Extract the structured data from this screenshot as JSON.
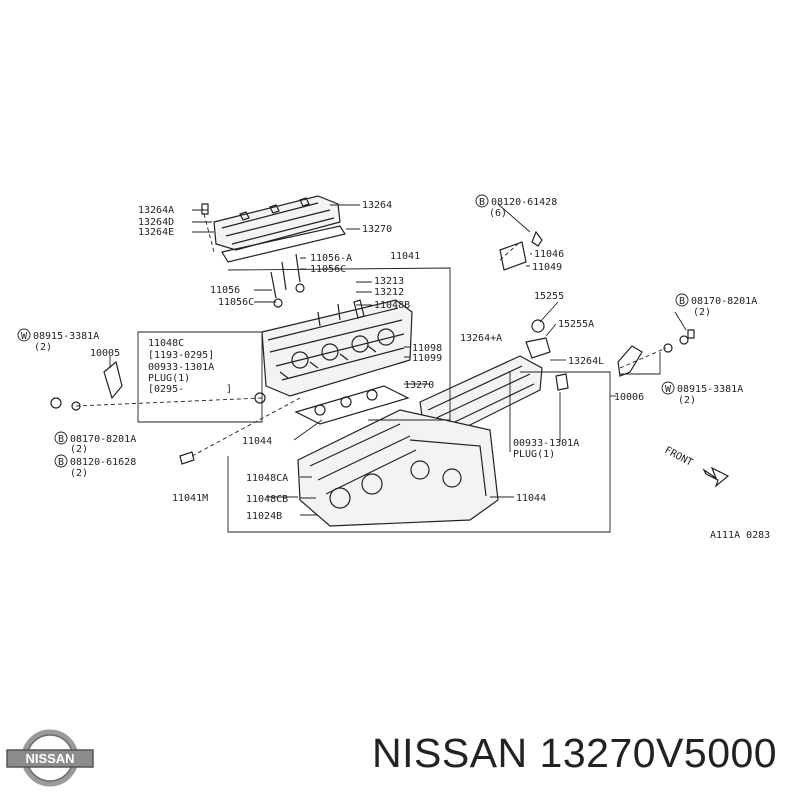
{
  "diagram": {
    "labels": {
      "l13264A": "13264A",
      "l13264D": "13264D",
      "l13264E": "13264E",
      "l13264": "13264",
      "l13270a": "13270",
      "l08120_61428": "08120-61428",
      "l08120_61428_qty": "(6)",
      "l11046": "11046",
      "l11049": "11049",
      "l11056A": "11056-A",
      "l11056C_top": "11056C",
      "l11041": "11041",
      "l13213": "13213",
      "l13212": "13212",
      "l11048B": "11048B",
      "l11056": "11056",
      "l11056C": "11056C",
      "l15255": "15255",
      "l15255A": "15255A",
      "l08170_8201A_r": "08170-8201A",
      "l08170_8201A_r_qty": "(2)",
      "l08915_3381A_l": "08915-3381A",
      "l08915_3381A_l_qty": "(2)",
      "l10005": "10005",
      "l11048C": "11048C",
      "l1193_0295": "[1193-0295]",
      "l00933_1301A_l": "00933-1301A",
      "lplug_l": "PLUG(1)",
      "l0295": "[0295-",
      "l0295_close": "]",
      "l11098": "11098",
      "l11099": "11099",
      "l13264pA": "13264+A",
      "l13264L": "13264L",
      "l08915_3381A_r": "08915-3381A",
      "l08915_3381A_r_qty": "(2)",
      "l10006": "10006",
      "l13270b": "13270",
      "l11044a": "11044",
      "l00933_1301A_r": "00933-1301A",
      "lplug_r": "PLUG(1)",
      "l08170_8201A_l": "08170-8201A",
      "l08170_8201A_l_qty": "(2)",
      "l08120_61628": "08120-61628",
      "l08120_61628_qty": "(2)",
      "l11048CA": "11048CA",
      "l11041M": "11041M",
      "l11044b": "11044",
      "l11048CB": "11048CB",
      "l11024B": "11024B",
      "front": "FRONT",
      "ref": "A111A 0283",
      "circleB": "B",
      "circleW": "W"
    }
  },
  "brand": {
    "logo_text": "NISSAN",
    "part_title": "NISSAN 13270V5000"
  }
}
